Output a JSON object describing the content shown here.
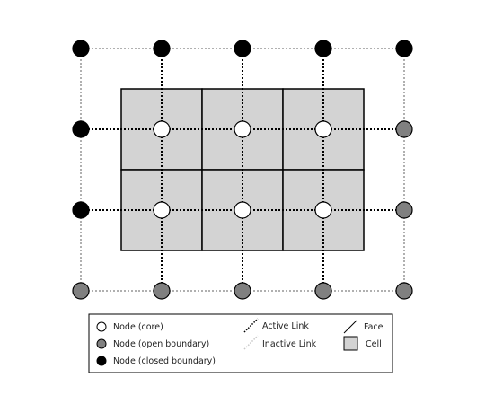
{
  "grid": {
    "cols": 5,
    "rows": 4,
    "nodes": [
      [
        "closed",
        "closed",
        "closed",
        "closed",
        "closed"
      ],
      [
        "closed",
        "core",
        "core",
        "core",
        "open"
      ],
      [
        "closed",
        "core",
        "core",
        "core",
        "open"
      ],
      [
        "open",
        "open",
        "open",
        "open",
        "open"
      ]
    ],
    "cells": [
      [
        1,
        1
      ],
      [
        1,
        2
      ],
      [
        1,
        3
      ],
      [
        2,
        1
      ],
      [
        2,
        2
      ],
      [
        2,
        3
      ]
    ]
  },
  "legend": {
    "node_core": "Node (core)",
    "node_open": "Node (open boundary)",
    "node_closed": "Node (closed boundary)",
    "active_link": "Active Link",
    "inactive_link": "Inactive Link",
    "face": "Face",
    "cell": "Cell"
  },
  "colors": {
    "core": "#ffffff",
    "open": "#808080",
    "closed": "#000000",
    "cell_fill": "#d3d3d3",
    "active_link": "#000000",
    "inactive_link": "#b0b0b0",
    "face": "#000000"
  }
}
